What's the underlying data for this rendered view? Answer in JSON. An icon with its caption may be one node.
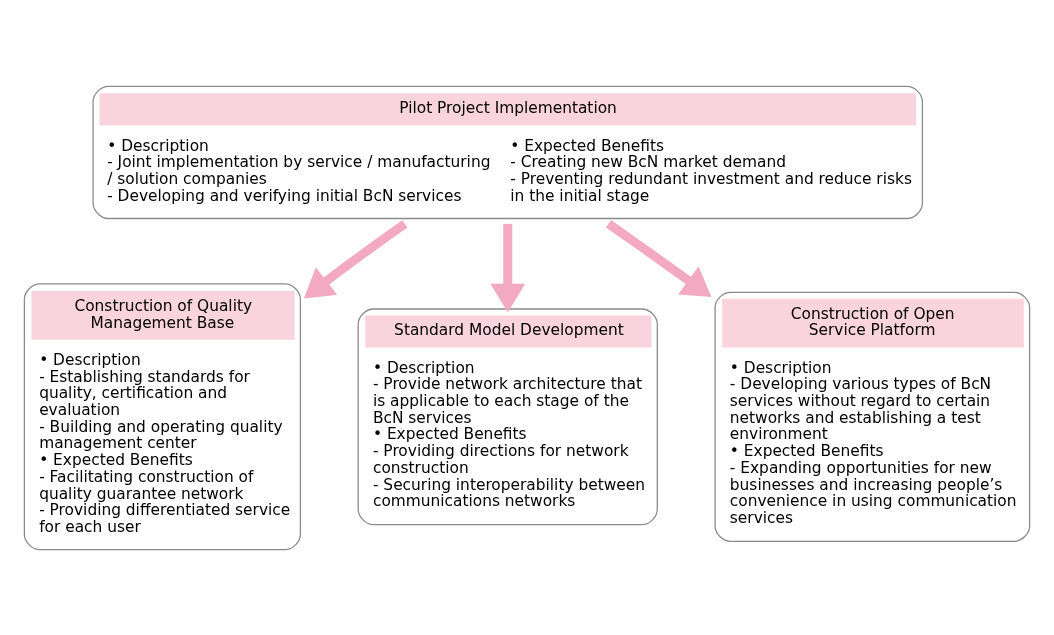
{
  "diagram": {
    "nodes": [
      {
        "text": [
          "Pilot Project Implementation",
          "• Description",
          "- Joint implementation by service / manufacturing / solution companies",
          "- Developing and verifying initial BcN services",
          "• Expected Benefits",
          "- Creating new BcN market demand",
          "- Preventing redundant investment and reduce risks in the initial stage"
        ]
      },
      {
        "text": [
          "Construction of Quality Management Base",
          "• Description",
          "- Establishing standards for quality, certification and evaluation",
          "- Building and operating quality management center",
          "• Expected Benefits",
          "- Facilitating construction of quality guarantee network",
          "- Providing differentiated service for each user"
        ]
      },
      {
        "text": [
          "Standard Model Development",
          "• Description",
          "- Provide network architecture that is applicable to each stage of the BcN services",
          "• Expected Benefits",
          "- Providing directions for network construction",
          "- Securing interoperability between communications networks"
        ]
      },
      {
        "text": [
          "Construction of Open Service Platform",
          "• Description",
          "- Developing various types of BcN services without regard to certain networks and establishing a test environment",
          "• Expected Benefits",
          "- Expanding opportunities for new businesses and increasing people’s convenience in using communication services"
        ]
      }
    ],
    "edges": [
      {
        "from": 0,
        "to": 1,
        "arrow": "to"
      },
      {
        "from": 0,
        "to": 2,
        "arrow": "to"
      },
      {
        "from": 0,
        "to": 3,
        "arrow": "to"
      }
    ]
  }
}
